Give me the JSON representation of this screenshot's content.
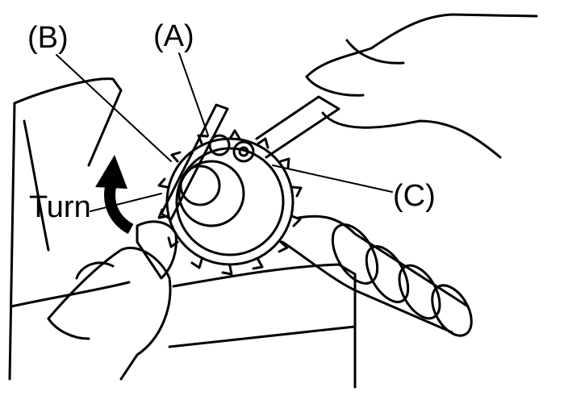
{
  "labels": {
    "a": "(A)",
    "b": "(B)",
    "c": "(C)",
    "turn": "Turn"
  },
  "colors": {
    "ink": "#000000",
    "paper": "#ffffff"
  },
  "icons": {
    "rotation": "curved-arrow-icon"
  }
}
